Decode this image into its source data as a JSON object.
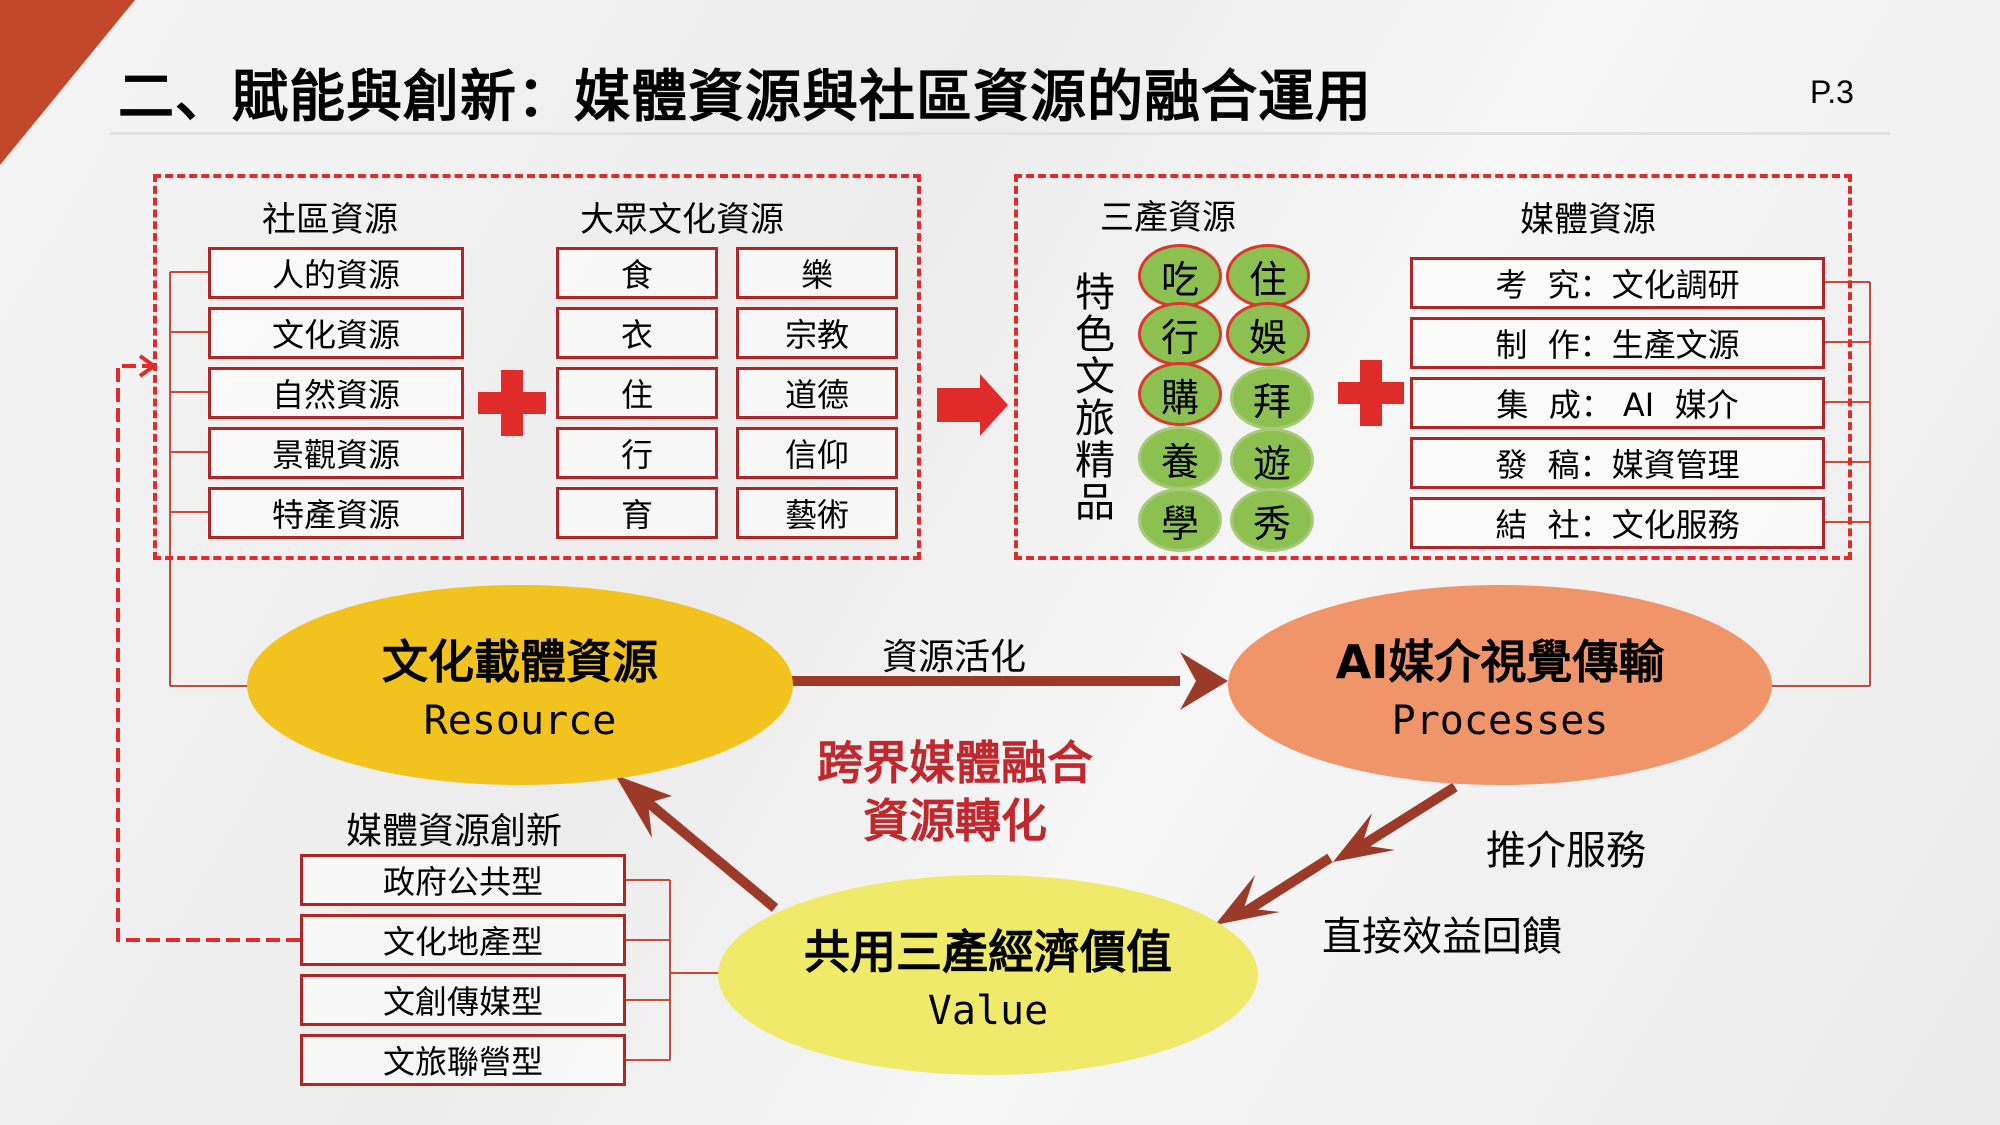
{
  "header": {
    "title": "二、賦能與創新：媒體資源與社區資源的融合運用",
    "page_number": "P.3"
  },
  "colors": {
    "accent_red": "#e02b2b",
    "box_border": "#b02525",
    "arrow_brown": "#9b3a28",
    "resource_ellipse": "#f2c21f",
    "process_ellipse": "#f0956a",
    "value_ellipse": "#f0ea6a",
    "circle_green": "#8cc152",
    "center_text_red": "#c0282d"
  },
  "community_block": {
    "community_header": "社區資源",
    "community_items": [
      "人的資源",
      "文化資源",
      "自然資源",
      "景觀資源",
      "特產資源"
    ],
    "public_culture_header": "大眾文化資源",
    "public_culture_left": [
      "食",
      "衣",
      "住",
      "行",
      "育"
    ],
    "public_culture_right": [
      "樂",
      "宗教",
      "道德",
      "信仰",
      "藝術"
    ],
    "plus_icon": "plus-icon"
  },
  "arrow_icon": "right-arrow-icon",
  "industry_block": {
    "three_industry_header": "三產資源",
    "vertical_label": "特色文旅精品",
    "circles_left": [
      "吃",
      "行",
      "購",
      "養",
      "學"
    ],
    "circles_right": [
      "住",
      "娛",
      "拜",
      "遊",
      "秀"
    ],
    "media_header": "媒體資源",
    "media_items": [
      "考  究：文化調研",
      "制  作：生產文源",
      "集  成： AI  媒介",
      "發  稿：媒資管理",
      "結  社：文化服務"
    ]
  },
  "cycle": {
    "resource": {
      "cn": "文化載體資源",
      "en": "Resource"
    },
    "process": {
      "cn": "AI媒介視覺傳輸",
      "en": "Processes"
    },
    "value": {
      "cn": "共用三產經濟價值",
      "en": "Value"
    },
    "activation_label": "資源活化",
    "recommend_label": "推介服務",
    "feedback_label": "直接效益回饋",
    "center_line1": "跨界媒體融合",
    "center_line2": "資源轉化"
  },
  "innovation": {
    "header": "媒體資源創新",
    "items": [
      "政府公共型",
      "文化地產型",
      "文創傳媒型",
      "文旅聯營型"
    ]
  }
}
